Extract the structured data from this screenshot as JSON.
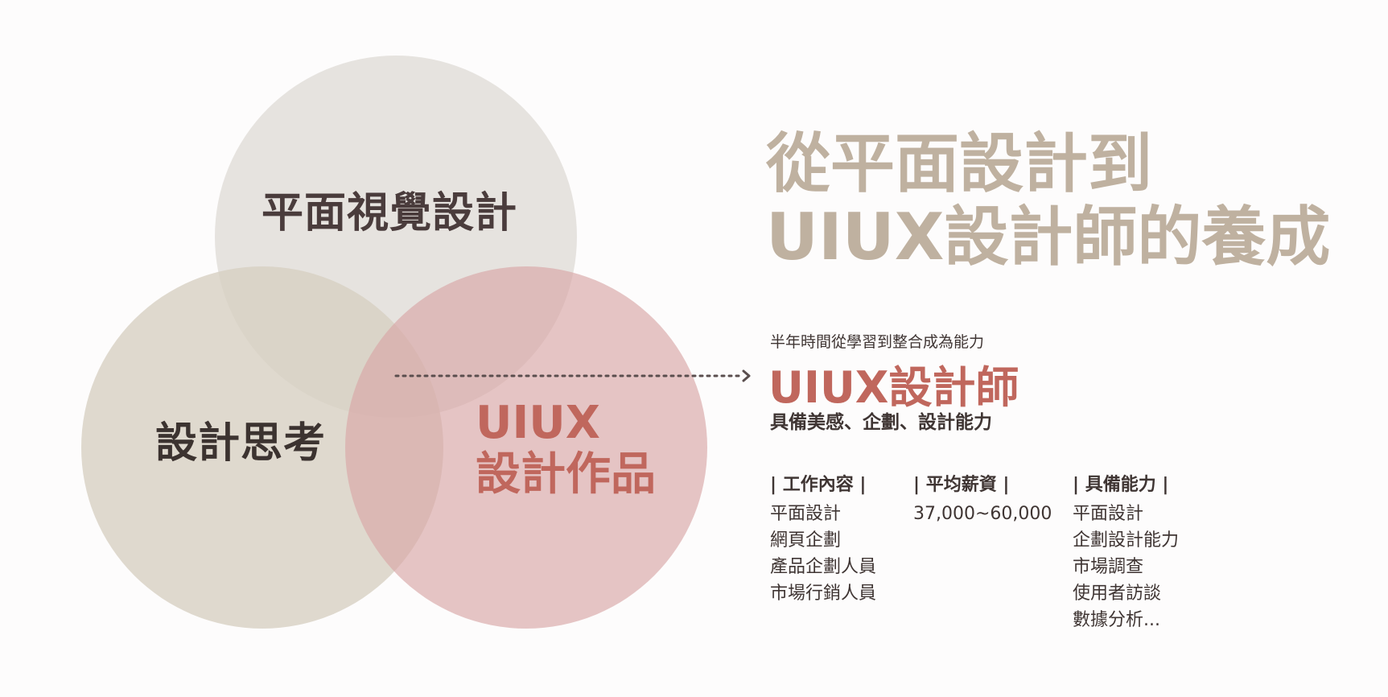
{
  "venn": {
    "circles": [
      {
        "label": "平面視覺設計",
        "color": "#e3e0dc"
      },
      {
        "label": "設計思考",
        "color": "#ddd5c9"
      },
      {
        "label": "UIUX 設計作品",
        "color": "#dcb4b4"
      }
    ],
    "uiux_label_line1": "UIUX",
    "uiux_label_line2": "設計作品"
  },
  "headline": {
    "line1": "從平面設計到",
    "line2": "UIUX設計師的養成"
  },
  "subtitle": "半年時間從學習到整合成為能力",
  "role": "UIUX設計師",
  "role_description": "具備美感、企劃、設計能力",
  "columns": {
    "work": {
      "header": "| 工作內容 |",
      "items": [
        "平面設計",
        "網頁企劃",
        "產品企劃人員",
        "市場行銷人員"
      ]
    },
    "salary": {
      "header": "| 平均薪資 |",
      "items": [
        "37,000~60,000"
      ]
    },
    "skills": {
      "header": "| 具備能力 |",
      "items": [
        "平面設計",
        "企劃設計能力",
        "市場調查",
        "使用者訪談",
        "數據分析..."
      ]
    }
  },
  "colors": {
    "headline": "#bfb1a0",
    "accent": "#c0675d",
    "text_dark": "#3f3533",
    "arrow": "#5a4e4e"
  }
}
